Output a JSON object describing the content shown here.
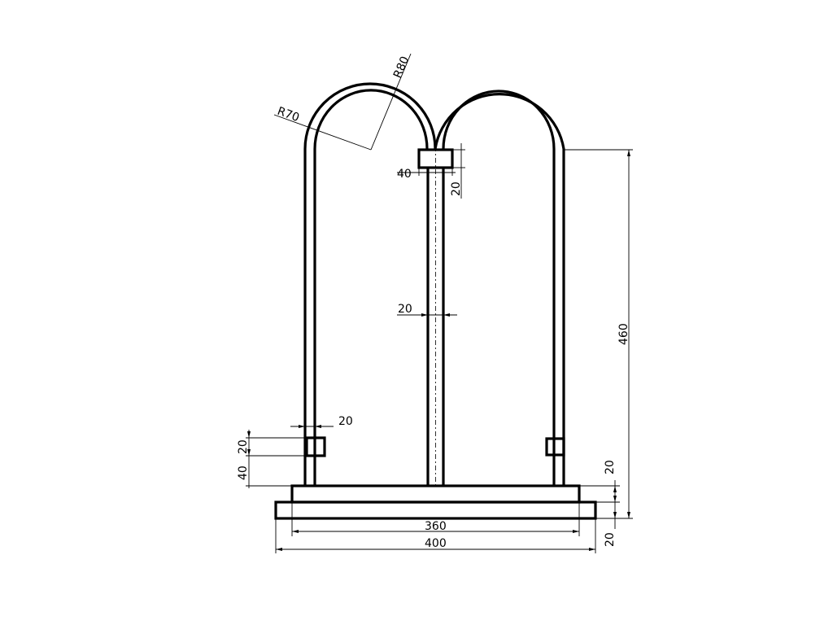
{
  "dimensions": {
    "r80": "R80",
    "r70": "R70",
    "collar_width": "40",
    "collar_height": "20",
    "pipe_width": "20",
    "side_collar_width": "20",
    "side_collar_height": "20",
    "side_collar_offset": "40",
    "overall_height": "460",
    "upper_base_height": "20",
    "lower_base_height": "20",
    "upper_base_width": "360",
    "lower_base_width": "400"
  }
}
